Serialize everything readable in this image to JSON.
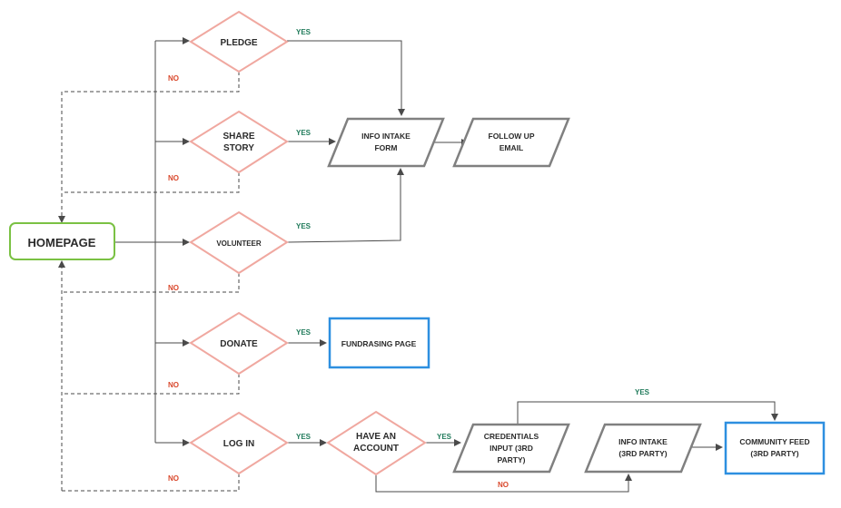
{
  "colors": {
    "homepage_border": "#7ac143",
    "decision_border": "#f0a8a0",
    "process_border": "#808080",
    "terminal_border": "#2d8fe0",
    "yes_text": "#1f7a5a",
    "no_text": "#d9472b",
    "edge": "#4a4a4a"
  },
  "nodes": {
    "homepage": "HOMEPAGE",
    "pledge": "PLEDGE",
    "share_story": [
      "SHARE",
      "STORY"
    ],
    "volunteer": "VOLUNTEER",
    "donate": "DONATE",
    "log_in": "LOG IN",
    "have_account": [
      "HAVE AN",
      "ACCOUNT"
    ],
    "info_intake_form": [
      "INFO INTAKE",
      "FORM"
    ],
    "follow_up_email": [
      "FOLLOW UP",
      "EMAIL"
    ],
    "fundraising_page": "FUNDRASING PAGE",
    "credentials_input": [
      "CREDENTIALS",
      "INPUT (3RD",
      "PARTY)"
    ],
    "info_intake_3rd": [
      "INFO INTAKE",
      "(3RD PARTY)"
    ],
    "community_feed": [
      "COMMUNITY FEED",
      "(3RD PARTY)"
    ]
  },
  "edge_labels": {
    "yes": "YES",
    "no": "NO"
  }
}
